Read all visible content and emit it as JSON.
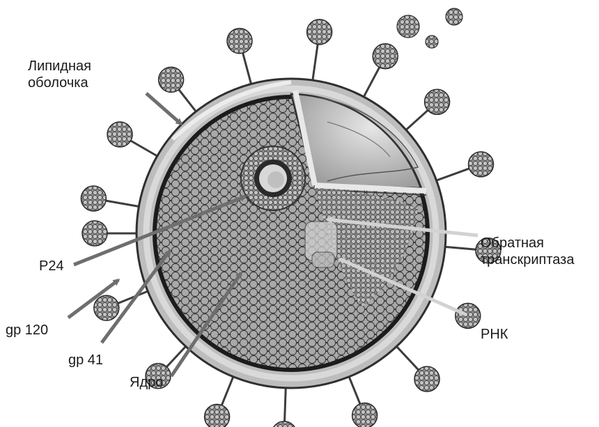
{
  "labels": {
    "lipid_envelope": "Липидная\nоболочка",
    "p24": "P24",
    "reverse_transcriptase": "Обратная\nтранскриптаза",
    "rnk": "РНК",
    "gp120": "gp 120",
    "gp41": "gp 41",
    "core": "Ядро"
  },
  "colors": {
    "arrow_dark": "#6e6e6e",
    "arrow_light": "#d2d2d2",
    "envelope": "#b9b9b9",
    "inner_shell": "#2a2a2a",
    "capsid_fill": "#8f8f8f",
    "spike": "#5a5a5a"
  }
}
